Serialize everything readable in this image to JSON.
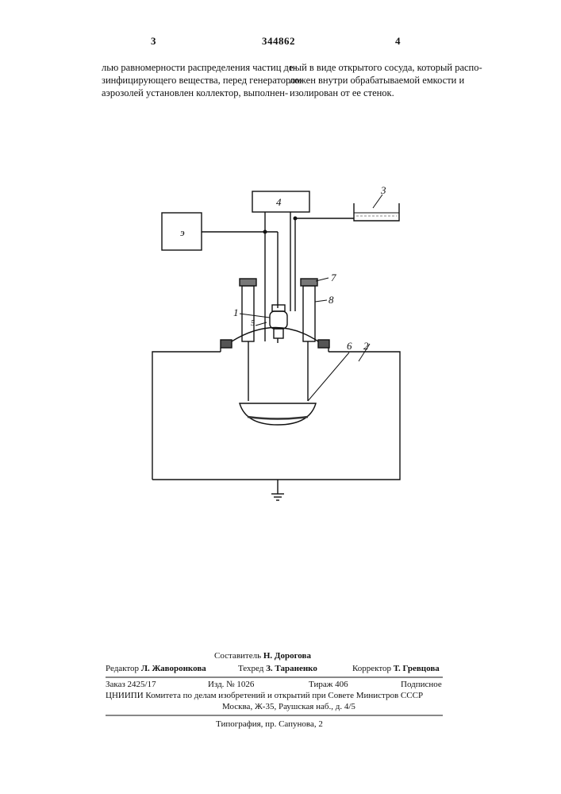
{
  "header": {
    "col_left": "3",
    "col_right": "4",
    "patent_number": "344862"
  },
  "text": {
    "left_lines": [
      "лью равномерности распределения частиц де-",
      "зинфицирующего вещества, перед генератором",
      "аэрозолей установлен коллектор, выполнен-"
    ],
    "right_lines": [
      "ный в виде открытого сосуда, который распо-",
      "ложен внутри обрабатываемой емкости и",
      "изолирован от ее стенок."
    ]
  },
  "figure": {
    "labels": {
      "l1": "1",
      "l2": "2",
      "l3": "3",
      "l4": "4",
      "l5": "5",
      "l6": "6",
      "l7": "7",
      "l8": "8",
      "l9": "э"
    }
  },
  "footer": {
    "compiler_label": "Составитель",
    "compiler_name": "Н. Дорогова",
    "editor_label": "Редактор",
    "editor_name": "Л. Жаворонкова",
    "techred_label": "Техред",
    "techred_name": "З. Тараненко",
    "corrector_label": "Корректор",
    "corrector_name": "Т. Гревцова",
    "order": "Заказ 2425/17",
    "edition": "Изд. № 1026",
    "print_run": "Тираж 406",
    "subscription": "Подписное",
    "institute": "ЦНИИПИ Комитета по делам изобретений и открытий при Совете Министров СССР",
    "address": "Москва, Ж-35, Раушская наб., д. 4/5",
    "printer": "Типография, пр. Сапунова, 2"
  }
}
